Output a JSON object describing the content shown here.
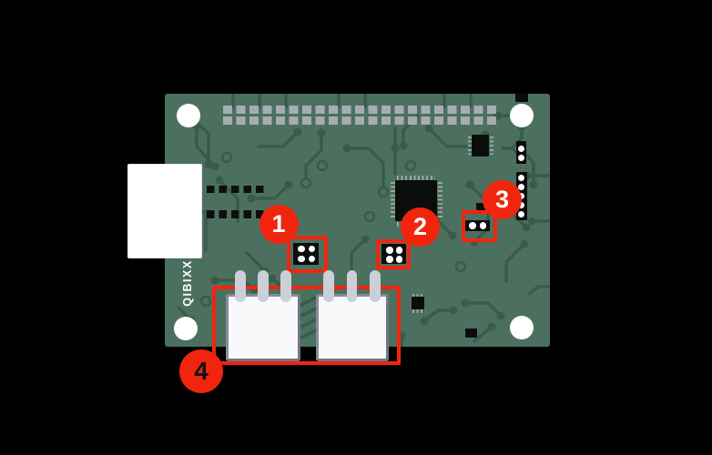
{
  "scene": {
    "background_color": "#000000"
  },
  "board": {
    "brand_label": "QIBIXX",
    "pcb_color": "#4C7060",
    "trace_color": "#3A5B4A",
    "pad_color": "#A7ACB2"
  },
  "annotations": {
    "accent_color": "#F1250E",
    "callouts": [
      {
        "label": "1",
        "number_color": "#FFFFFF"
      },
      {
        "label": "2",
        "number_color": "#FFFFFF"
      },
      {
        "label": "3",
        "number_color": "#FFFFFF"
      },
      {
        "label": "4",
        "number_color": "#111111"
      }
    ]
  }
}
